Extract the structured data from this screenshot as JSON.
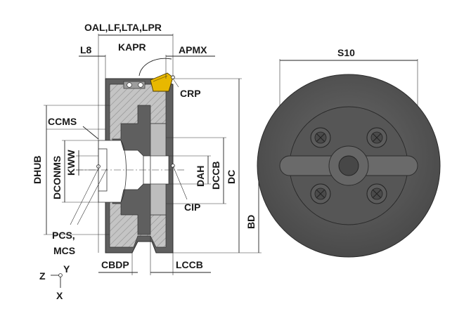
{
  "labels": {
    "oal": "OAL,LF,LTA,LPR",
    "l8": "L8",
    "kapr": "KAPR",
    "apmx": "APMX",
    "crp": "CRP",
    "ccms": "CCMS",
    "dhub": "DHUB",
    "dconms": "DCONMS",
    "kww": "KWW",
    "dah": "DAH",
    "dccb": "DCCB",
    "dc": "DC",
    "cip": "CIP",
    "pcs": "PCS,",
    "mcs": "MCS",
    "cbdp": "CBDP",
    "lccb": "LCCB",
    "bd": "BD",
    "s10": "S10",
    "axis_z": "Z",
    "axis_y": "Y",
    "axis_x": "X"
  },
  "colors": {
    "body": "#5e5e5e",
    "body_dark": "#3f3f3f",
    "section_light": "#bdbdbd",
    "hatch": "#9a9a9a",
    "face_outer": "#5a5a5a",
    "face_inner": "#4b4b4b",
    "insert": "#e8b800",
    "line": "#222222"
  }
}
